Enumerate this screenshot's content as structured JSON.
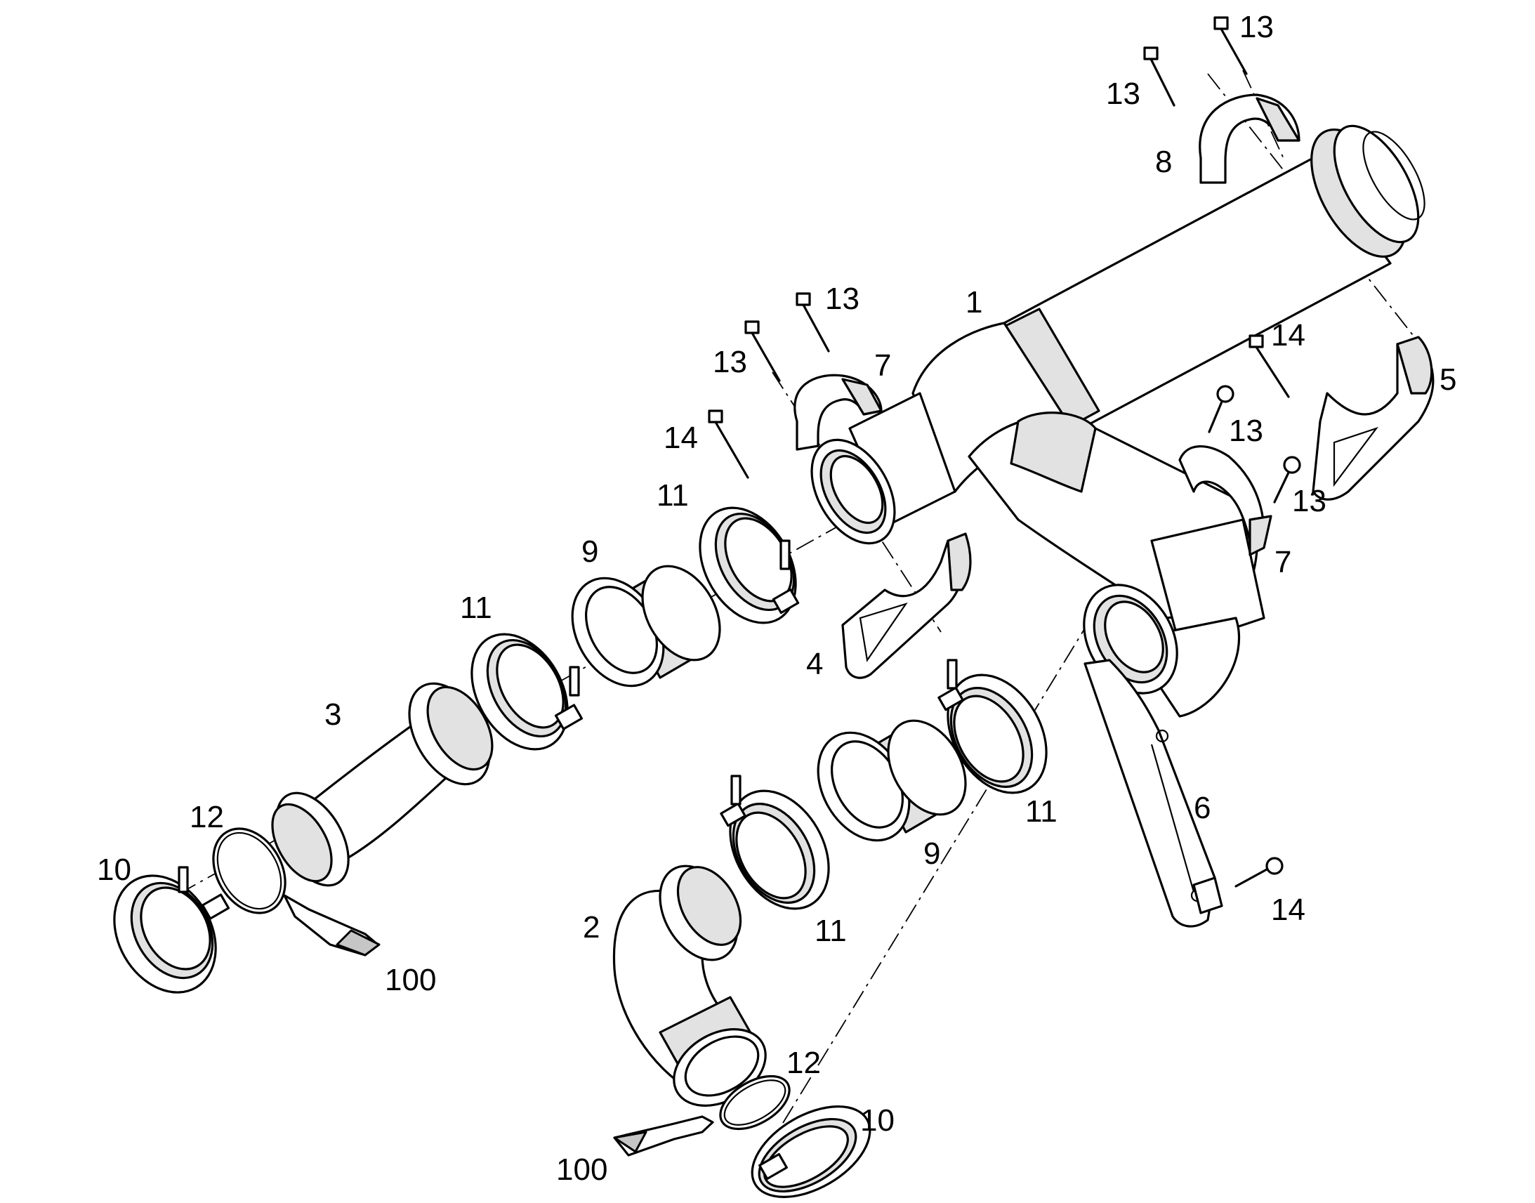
{
  "callouts": [
    {
      "id": "c-1",
      "label": "1"
    },
    {
      "id": "c-2",
      "label": "2"
    },
    {
      "id": "c-3",
      "label": "3"
    },
    {
      "id": "c-4",
      "label": "4"
    },
    {
      "id": "c-5",
      "label": "5"
    },
    {
      "id": "c-6",
      "label": "6"
    },
    {
      "id": "c-7a",
      "label": "7"
    },
    {
      "id": "c-7b",
      "label": "7"
    },
    {
      "id": "c-8",
      "label": "8"
    },
    {
      "id": "c-9a",
      "label": "9"
    },
    {
      "id": "c-9b",
      "label": "9"
    },
    {
      "id": "c-10a",
      "label": "10"
    },
    {
      "id": "c-10b",
      "label": "10"
    },
    {
      "id": "c-11a",
      "label": "11"
    },
    {
      "id": "c-11b",
      "label": "11"
    },
    {
      "id": "c-11c",
      "label": "11"
    },
    {
      "id": "c-11d",
      "label": "11"
    },
    {
      "id": "c-12a",
      "label": "12"
    },
    {
      "id": "c-12b",
      "label": "12"
    },
    {
      "id": "c-13a",
      "label": "13"
    },
    {
      "id": "c-13b",
      "label": "13"
    },
    {
      "id": "c-13c",
      "label": "13"
    },
    {
      "id": "c-13d",
      "label": "13"
    },
    {
      "id": "c-13e",
      "label": "13"
    },
    {
      "id": "c-13f",
      "label": "13"
    },
    {
      "id": "c-14a",
      "label": "14"
    },
    {
      "id": "c-14b",
      "label": "14"
    },
    {
      "id": "c-14c",
      "label": "14"
    },
    {
      "id": "c-100a",
      "label": "100"
    },
    {
      "id": "c-100b",
      "label": "100"
    }
  ]
}
